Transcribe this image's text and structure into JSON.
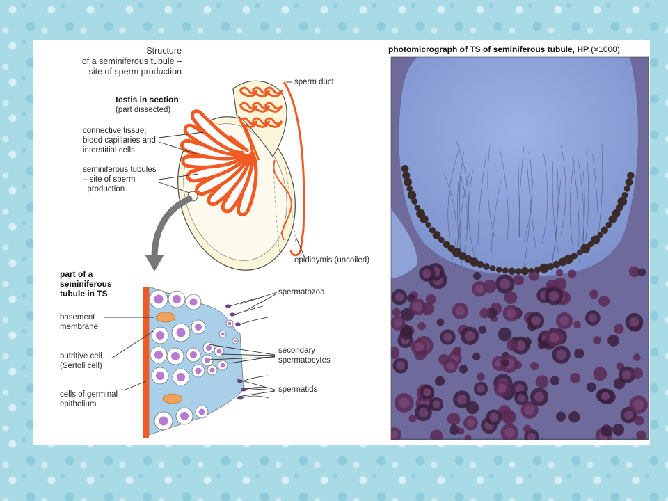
{
  "diagram": {
    "title": "Structure\nof a seminiferous tubule –\nsite of sperm production",
    "testis_heading": "testis in section",
    "testis_sub": "(part dissected)",
    "label_connective": "connective tissue,\nblood capillaries and\ninterstitial cells",
    "label_tubules": "seminiferous tubules\n– site of sperm\n  production",
    "label_sperm_duct": "sperm duct",
    "label_epididymis": "epididymis (uncoiled)",
    "part_heading": "part of a\nseminiferous\ntubule in TS",
    "label_basement": "basement\nmembrane",
    "label_nutritive": "nutritive cell\n(Sertoli cell)",
    "label_germinal": "cells of germinal\nepithelium",
    "label_spermatozoa": "spermatozoa",
    "label_secondary": "secondary\nspermatocytes",
    "label_spermatids": "spermatids"
  },
  "photo": {
    "title_main": "photomicrograph of TS of seminiferous tubule, HP",
    "title_mag": "(×1000)"
  },
  "colors": {
    "orange": "#f05a23",
    "cell_purple": "#b77ad1",
    "cytoplasm_blue": "#a9cfe9",
    "lumen_blue": "#8fa6d9"
  }
}
